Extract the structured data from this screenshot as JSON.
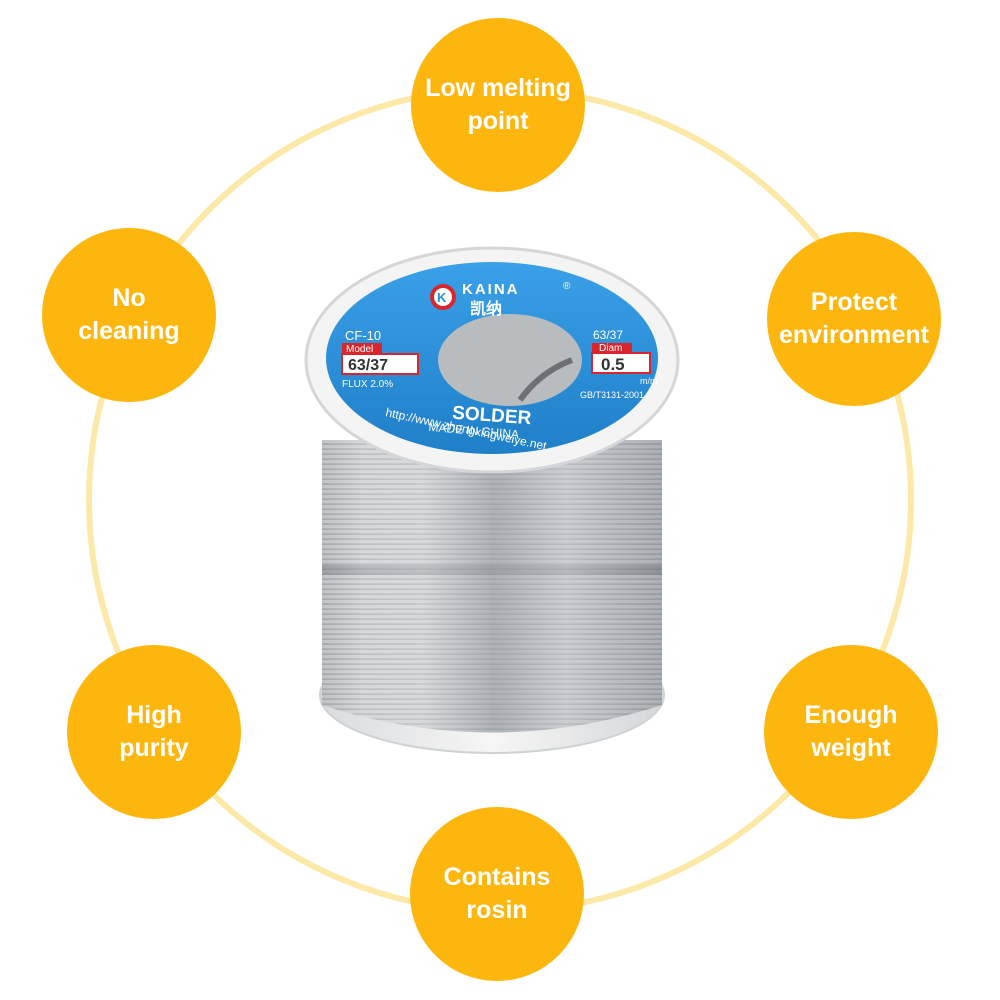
{
  "features": [
    {
      "text": "Low melting\npoint"
    },
    {
      "text": "Protect\nenvironment"
    },
    {
      "text": "Enough\nweight"
    },
    {
      "text": "Contains\nrosin"
    },
    {
      "text": "High\npurity"
    },
    {
      "text": "No\ncleaning"
    }
  ],
  "spool": {
    "brand": "KAINA",
    "brand_cn": "凯纳",
    "registered": "®",
    "model_code": "CF-10",
    "model_label": "Model",
    "model_value": "63/37",
    "flux": "FLUX 2.0%",
    "alloy": "63/37",
    "diam_label": "Diam",
    "diam_value": "0.5",
    "diam_unit": "m/m",
    "standard": "GB/T3131-2001",
    "product": "SOLDER",
    "made_in": "MADE IN CHINA",
    "url": "http://www.zhongxingweiye.net"
  },
  "colors": {
    "feature_fill": "#fdb60e",
    "ring": "#fce9a8",
    "label_blue": "#2b8fd6",
    "model_red": "#d8262c"
  }
}
